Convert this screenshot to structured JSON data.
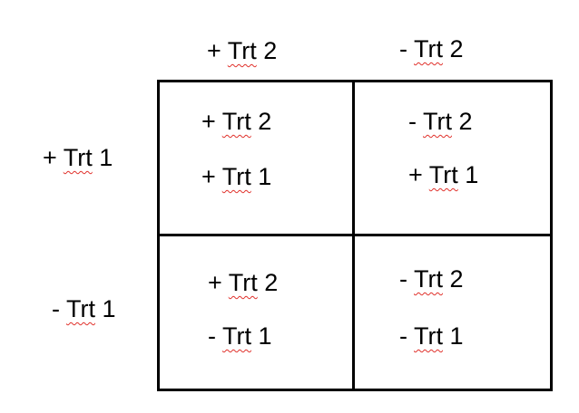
{
  "columns": [
    {
      "sign": "+",
      "name": "Trt",
      "num": "2"
    },
    {
      "sign": "-",
      "name": "Trt",
      "num": "2"
    }
  ],
  "rows": [
    {
      "sign": "+",
      "name": "Trt",
      "num": "1"
    },
    {
      "sign": "-",
      "name": "Trt",
      "num": "1"
    }
  ],
  "cells": [
    [
      {
        "line1": {
          "sign": "+",
          "name": "Trt",
          "num": "2"
        },
        "line2": {
          "sign": "+",
          "name": "Trt",
          "num": "1"
        }
      },
      {
        "line1": {
          "sign": "-",
          "name": "Trt",
          "num": "2"
        },
        "line2": {
          "sign": "+",
          "name": "Trt",
          "num": "1"
        }
      }
    ],
    [
      {
        "line1": {
          "sign": "+",
          "name": "Trt",
          "num": "2"
        },
        "line2": {
          "sign": "-",
          "name": "Trt",
          "num": "1"
        }
      },
      {
        "line1": {
          "sign": "-",
          "name": "Trt",
          "num": "2"
        },
        "line2": {
          "sign": "-",
          "name": "Trt",
          "num": "1"
        }
      }
    ]
  ],
  "colors": {
    "line": "#000000",
    "spellcheck_underline": "#e0302a"
  }
}
